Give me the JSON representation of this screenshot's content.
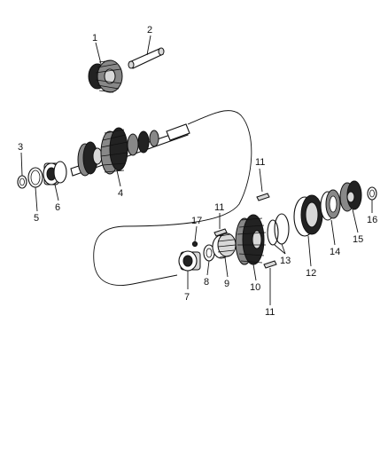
{
  "callouts": {
    "c1": "1",
    "c2": "2",
    "c3": "3",
    "c4": "4",
    "c5": "5",
    "c6": "6",
    "c7": "7",
    "c8": "8",
    "c9": "9",
    "c10": "10",
    "c11a": "11",
    "c11b": "11",
    "c11c": "11",
    "c12": "12",
    "c13": "13",
    "c14": "14",
    "c15": "15",
    "c16": "16",
    "c17": "17"
  }
}
